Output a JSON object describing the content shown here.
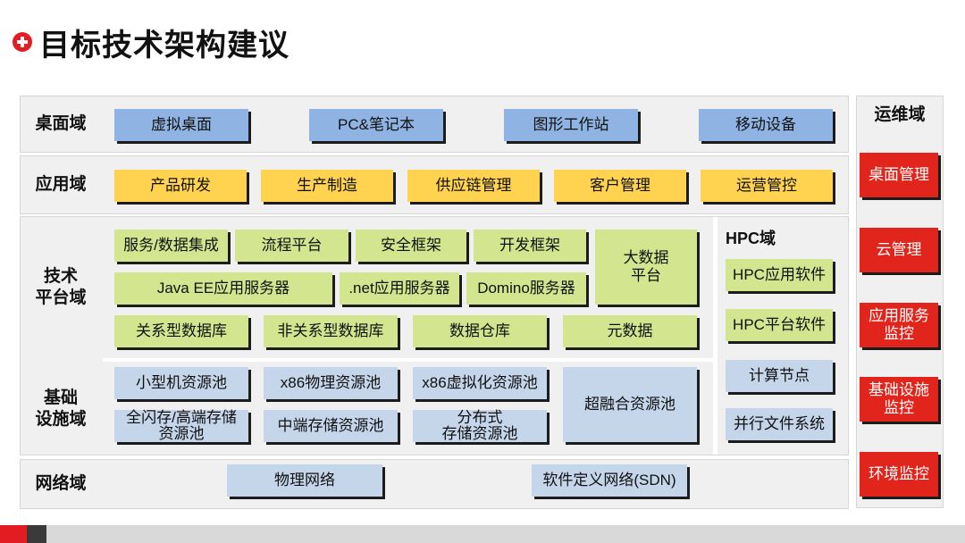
{
  "title": "目标技术架构建议",
  "domains": {
    "desktop": "桌面域",
    "application": "应用域",
    "tech_platform": [
      "技术",
      "平台域"
    ],
    "infrastructure": [
      "基础",
      "设施域"
    ],
    "network": "网络域"
  },
  "desktop_items": [
    "虚拟桌面",
    "PC&笔记本",
    "图形工作站",
    "移动设备"
  ],
  "application_items": [
    "产品研发",
    "生产制造",
    "供应链管理",
    "客户管理",
    "运营管控"
  ],
  "tech_items": {
    "service_integration": "服务/数据集成",
    "workflow": "流程平台",
    "security": "安全框架",
    "dev_framework": "开发框架",
    "big_data": [
      "大数据",
      "平台"
    ],
    "java_ee": "Java EE应用服务器",
    "dotnet": ".net应用服务器",
    "domino": "Domino服务器",
    "rdb": "关系型数据库",
    "nosql": "非关系型数据库",
    "warehouse": "数据仓库",
    "metadata": "元数据"
  },
  "hpc": {
    "title": "HPC域",
    "items": [
      "HPC应用软件",
      "HPC平台软件",
      "计算节点",
      "并行文件系统"
    ]
  },
  "infra_items": {
    "minicomputer": "小型机资源池",
    "x86_physical": "x86物理资源池",
    "x86_virtual": "x86虚拟化资源池",
    "hyper_converged": "超融合资源池",
    "flash_storage": [
      "全闪存/高端存储",
      "资源池"
    ],
    "mid_storage": "中端存储资源池",
    "distributed_storage": [
      "分布式",
      "存储资源池"
    ]
  },
  "network_items": [
    "物理网络",
    "软件定义网络(SDN)"
  ],
  "ops": {
    "title": "运维域",
    "items": [
      "桌面管理",
      "云管理",
      [
        "应用服务",
        "监控"
      ],
      [
        "基础设施",
        "监控"
      ],
      "环境监控"
    ]
  },
  "colors": {
    "accent_red": "#e31b23",
    "desktop_blue": "#8fb4e3",
    "app_yellow": "#ffd34f",
    "tech_green": "#d3e58f",
    "infra_light_blue": "#c5d5ea",
    "ops_red": "#e2251c"
  }
}
